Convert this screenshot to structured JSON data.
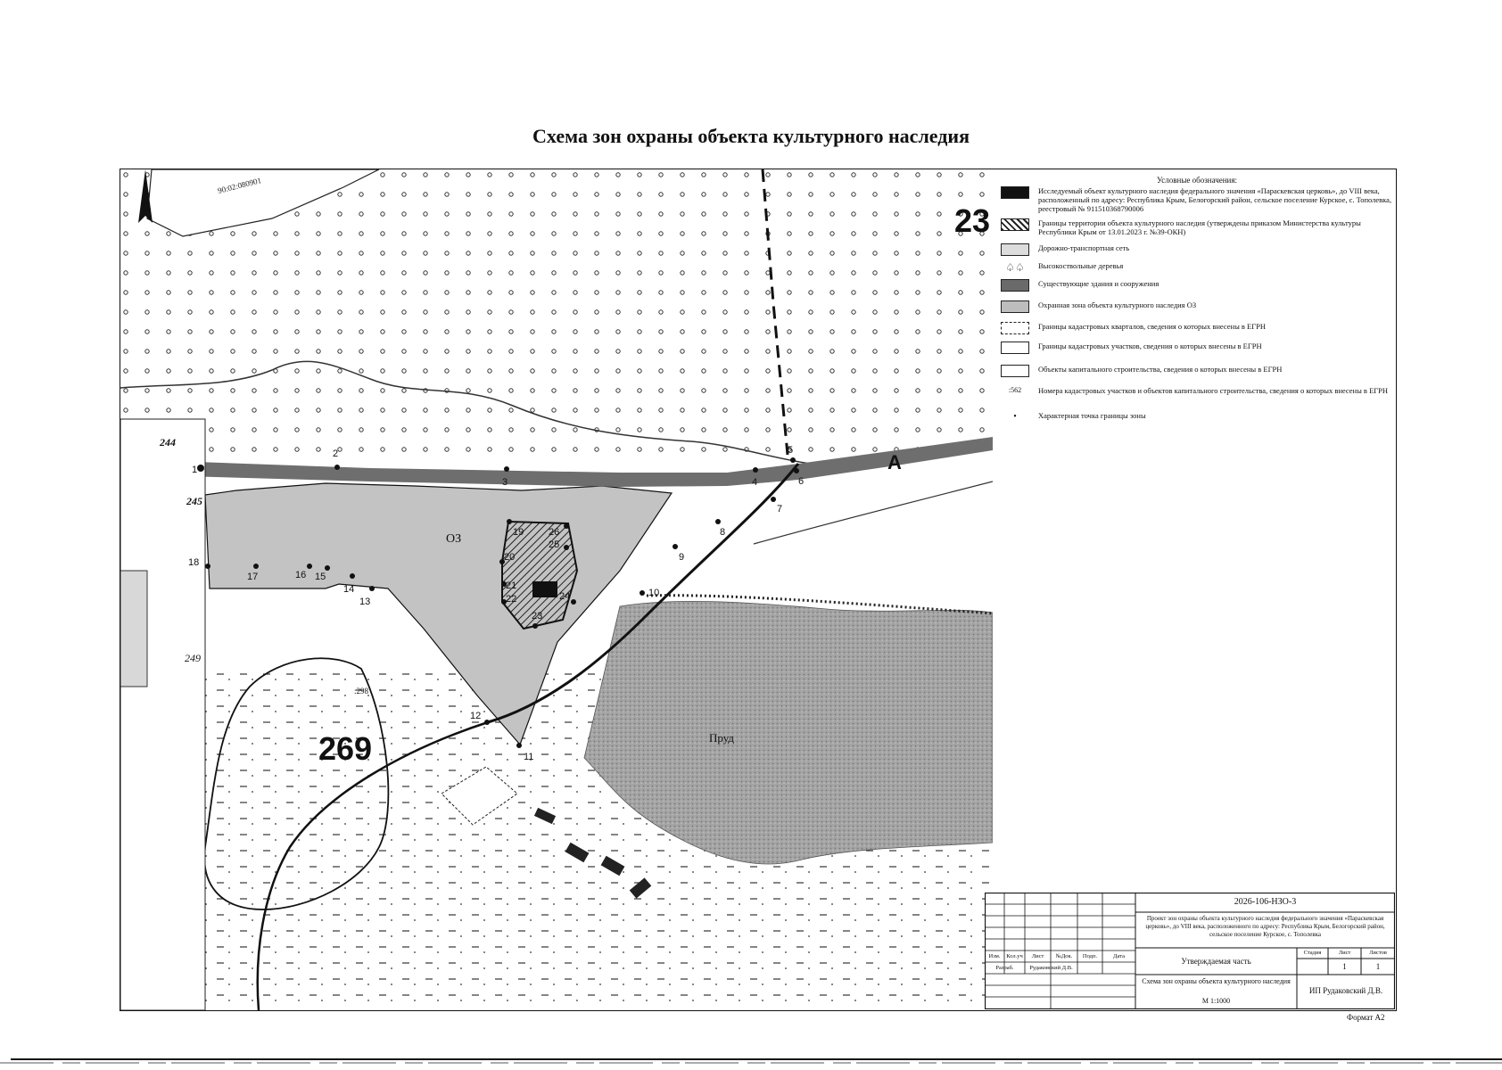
{
  "title": "Схема зон охраны объекта культурного наследия",
  "map": {
    "quarter_numbers": {
      "top_right": "23",
      "bottom_left": "269"
    },
    "parcel_labels": [
      "244",
      "245",
      "249",
      ":298",
      ":562"
    ],
    "zone_label": "ОЗ",
    "water_label": "Пруд",
    "road_label": "А",
    "cadastral_label": "90:02:080901",
    "points": [
      "1",
      "2",
      "3",
      "4",
      "5",
      "6",
      "7",
      "8",
      "9",
      "10",
      "11",
      "12",
      "13",
      "14",
      "15",
      "16",
      "17",
      "18",
      "19",
      "20",
      "21",
      "22",
      "23",
      "24",
      "25",
      "26"
    ],
    "colors": {
      "object": "#111111",
      "zone_fill": "#c8c8c8",
      "pond": "#9a9a9a",
      "road": "#3a3a3a"
    }
  },
  "legend": {
    "title": "Условные обозначения:",
    "items": [
      {
        "icon": "black-fill",
        "text": "Исследуемый объект культурного наследия федерального значения «Параскевская церковь», до VIII века, расположенный по адресу: Республика Крым, Белогорский район, сельское поселение Курское, с. Тополевка, реестровый № 911510368790006"
      },
      {
        "icon": "hatched",
        "text": "Границы территории объекта культурного наследия (утверждены приказом Министерства культуры Республики Крым от 13.01.2023 г. №39-ОКН)"
      },
      {
        "icon": "light-grey",
        "text": "Дорожно-транспортная сеть"
      },
      {
        "icon": "tree-symbol",
        "text": "Высокоствольные деревья"
      },
      {
        "icon": "dark-grey",
        "text": "Существующие здания и сооружения"
      },
      {
        "icon": "mid-grey",
        "text": "Охранная зона объекта культурного наследия ОЗ"
      },
      {
        "icon": "dashed-box",
        "text": "Границы кадастровых кварталов, сведения о которых внесены в ЕГРН"
      },
      {
        "icon": "white-box",
        "text": "Границы кадастровых участков, сведения о которых внесены в ЕГРН"
      },
      {
        "icon": "white-box",
        "text": "Объекты капитального строительства, сведения о которых внесены в ЕГРН"
      },
      {
        "icon": "number-symbol",
        "text": "Номера кадастровых участков и объектов капитального строительства, сведения о которых внесены в ЕГРН"
      },
      {
        "icon": "point-symbol",
        "text": "Характерная точка границы зоны"
      }
    ]
  },
  "stamp": {
    "code": "2026-106-НЗО-3",
    "project": "Проект зон охраны объекта культурного наследия федерального значения «Параскевская церковь», до VIII века, расположенного по адресу: Республика Крым, Белогорский район, сельское поселение Курское, с. Тополевка",
    "headers": [
      "Изм.",
      "Кол.уч",
      "Лист",
      "№Док.",
      "Подп.",
      "Дата"
    ],
    "developed_label": "Разраб.",
    "developer": "Рудаковский Д.В.",
    "stage_label": "Стадия",
    "sheet_label": "Лист",
    "sheets_label": "Листов",
    "part": "Утверждаемая часть",
    "sheet": "1",
    "sheets": "1",
    "drawing": "Схема зон охраны объекта культурного наследия",
    "scale": "М 1:1000",
    "org": "ИП Рудаковский Д.В."
  },
  "format": "Формат А2"
}
